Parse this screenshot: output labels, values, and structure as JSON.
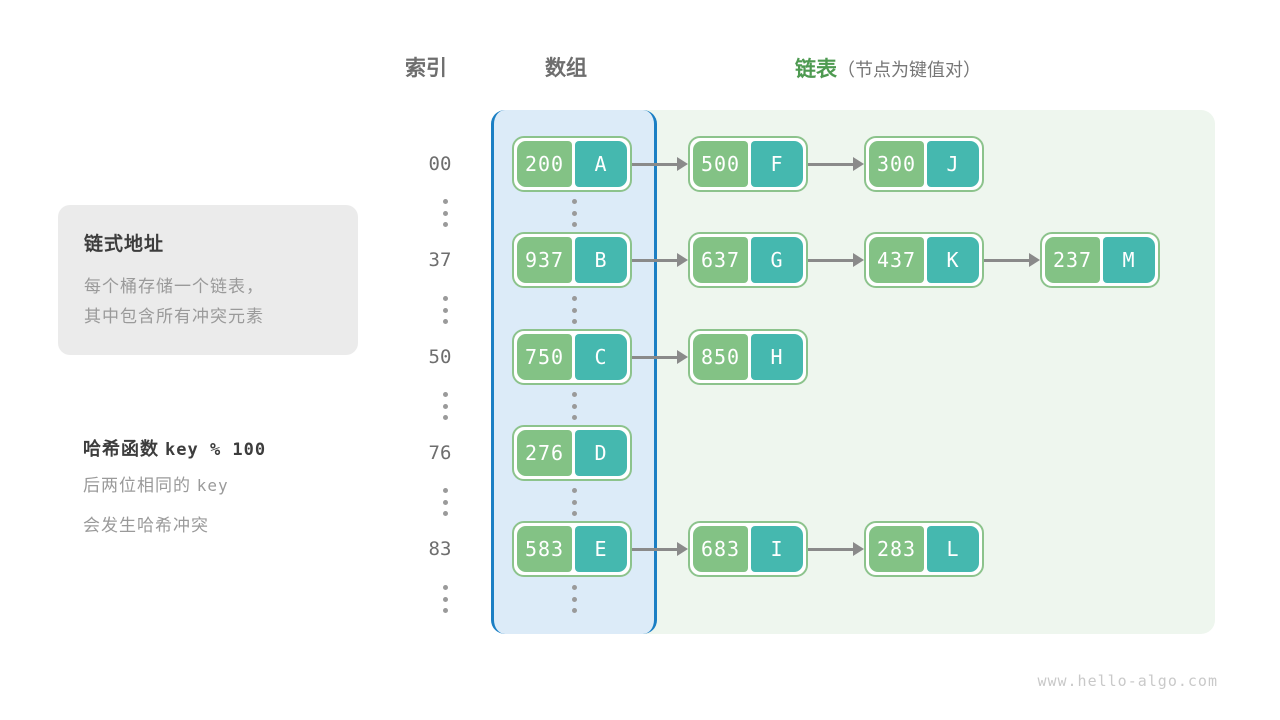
{
  "headers": {
    "index": "索引",
    "array": "数组",
    "list_main": "链表",
    "list_sub": "（节点为键值对）"
  },
  "card": {
    "title": "链式地址",
    "line1": "每个桶存储一个链表，",
    "line2": "其中包含所有冲突元素"
  },
  "note": {
    "title_label": "哈希函数",
    "title_expr": "key % 100",
    "line1_a": "后两位相同的",
    "line1_b": "key",
    "line2": "会发生哈希冲突"
  },
  "colors": {
    "key_cell": "#83c285",
    "value_cell": "#45b8af",
    "node_border": "#8cc38c",
    "array_panel_bg": "#dcebf8",
    "array_panel_border": "#1b7fc4",
    "list_panel_bg": "#eef6ee",
    "arrow": "#8a8a8a",
    "header_text": "#6e6e6e",
    "list_header_text": "#4e9a51"
  },
  "buckets": [
    {
      "index": "00",
      "nodes": [
        {
          "key": "200",
          "value": "A"
        },
        {
          "key": "500",
          "value": "F"
        },
        {
          "key": "300",
          "value": "J"
        }
      ]
    },
    {
      "index": "37",
      "nodes": [
        {
          "key": "937",
          "value": "B"
        },
        {
          "key": "637",
          "value": "G"
        },
        {
          "key": "437",
          "value": "K"
        },
        {
          "key": "237",
          "value": "M"
        }
      ]
    },
    {
      "index": "50",
      "nodes": [
        {
          "key": "750",
          "value": "C"
        },
        {
          "key": "850",
          "value": "H"
        }
      ]
    },
    {
      "index": "76",
      "nodes": [
        {
          "key": "276",
          "value": "D"
        }
      ]
    },
    {
      "index": "83",
      "nodes": [
        {
          "key": "583",
          "value": "E"
        },
        {
          "key": "683",
          "value": "I"
        },
        {
          "key": "283",
          "value": "L"
        }
      ]
    }
  ],
  "ellipsis_count": 5,
  "watermark": "www.hello-algo.com"
}
